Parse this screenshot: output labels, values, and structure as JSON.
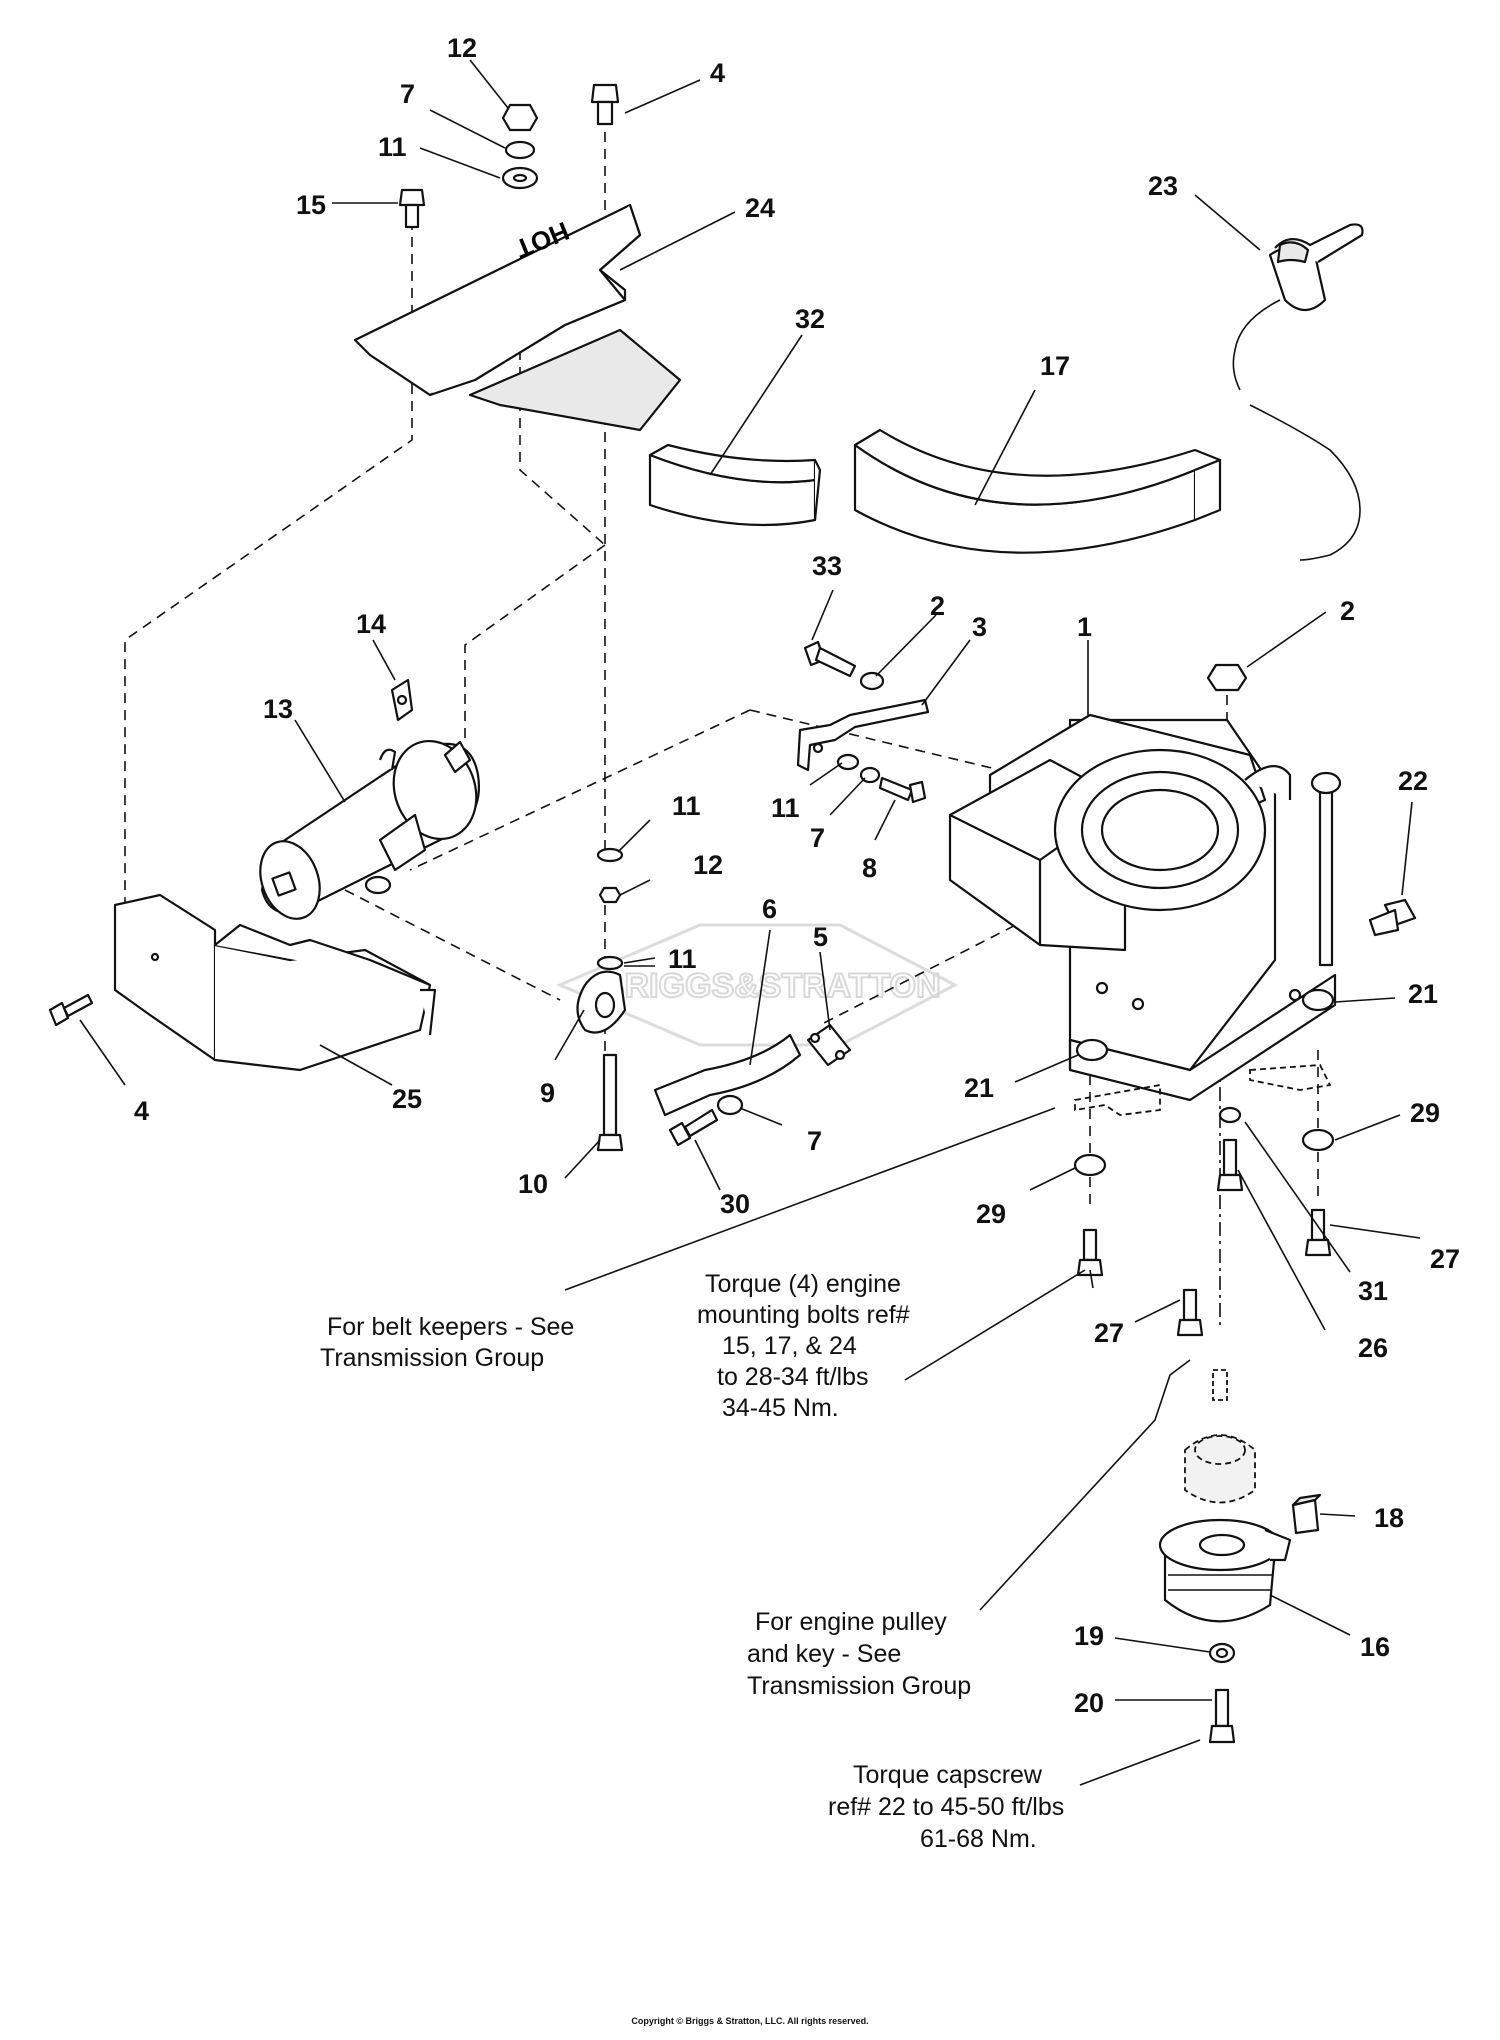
{
  "watermark": "BRIGGS&STRATTON",
  "hot_label": "HOT",
  "callouts": [
    {
      "id": "c12a",
      "text": "12"
    },
    {
      "id": "c7a",
      "text": "7"
    },
    {
      "id": "c11a",
      "text": "11"
    },
    {
      "id": "c15",
      "text": "15"
    },
    {
      "id": "c4a",
      "text": "4"
    },
    {
      "id": "c24",
      "text": "24"
    },
    {
      "id": "c32",
      "text": "32"
    },
    {
      "id": "c17",
      "text": "17"
    },
    {
      "id": "c23",
      "text": "23"
    },
    {
      "id": "c14",
      "text": "14"
    },
    {
      "id": "c13",
      "text": "13"
    },
    {
      "id": "c33",
      "text": "33"
    },
    {
      "id": "c2a",
      "text": "2"
    },
    {
      "id": "c3",
      "text": "3"
    },
    {
      "id": "c1",
      "text": "1"
    },
    {
      "id": "c2b",
      "text": "2"
    },
    {
      "id": "c22",
      "text": "22"
    },
    {
      "id": "c11b",
      "text": "11"
    },
    {
      "id": "c12b",
      "text": "12"
    },
    {
      "id": "c11c",
      "text": "11"
    },
    {
      "id": "c7b",
      "text": "7"
    },
    {
      "id": "c8",
      "text": "8"
    },
    {
      "id": "c6",
      "text": "6"
    },
    {
      "id": "c5",
      "text": "5"
    },
    {
      "id": "c11d",
      "text": "11"
    },
    {
      "id": "c4b",
      "text": "4"
    },
    {
      "id": "c25",
      "text": "25"
    },
    {
      "id": "c9",
      "text": "9"
    },
    {
      "id": "c10",
      "text": "10"
    },
    {
      "id": "c30",
      "text": "30"
    },
    {
      "id": "c7c",
      "text": "7"
    },
    {
      "id": "c21a",
      "text": "21"
    },
    {
      "id": "c21b",
      "text": "21"
    },
    {
      "id": "c29a",
      "text": "29"
    },
    {
      "id": "c29b",
      "text": "29"
    },
    {
      "id": "c27a",
      "text": "27"
    },
    {
      "id": "c27b",
      "text": "27"
    },
    {
      "id": "c31",
      "text": "31"
    },
    {
      "id": "c26",
      "text": "26"
    },
    {
      "id": "c18",
      "text": "18"
    },
    {
      "id": "c16",
      "text": "16"
    },
    {
      "id": "c19",
      "text": "19"
    },
    {
      "id": "c20",
      "text": "20"
    }
  ],
  "notes": {
    "belt_keepers": [
      "For belt keepers - See",
      "Transmission Group"
    ],
    "torque_engine": [
      "Torque (4) engine",
      "mounting bolts ref#",
      "15, 17, & 24",
      "to 28-34 ft/lbs",
      "34-45 Nm."
    ],
    "engine_pulley": [
      "For engine pulley",
      "and key - See",
      "Transmission Group"
    ],
    "torque_capscrew": [
      "Torque capscrew",
      "ref# 22 to 45-50 ft/lbs",
      "61-68 Nm."
    ]
  },
  "copyright": "Copyright © Briggs & Stratton, LLC. All rights reserved."
}
